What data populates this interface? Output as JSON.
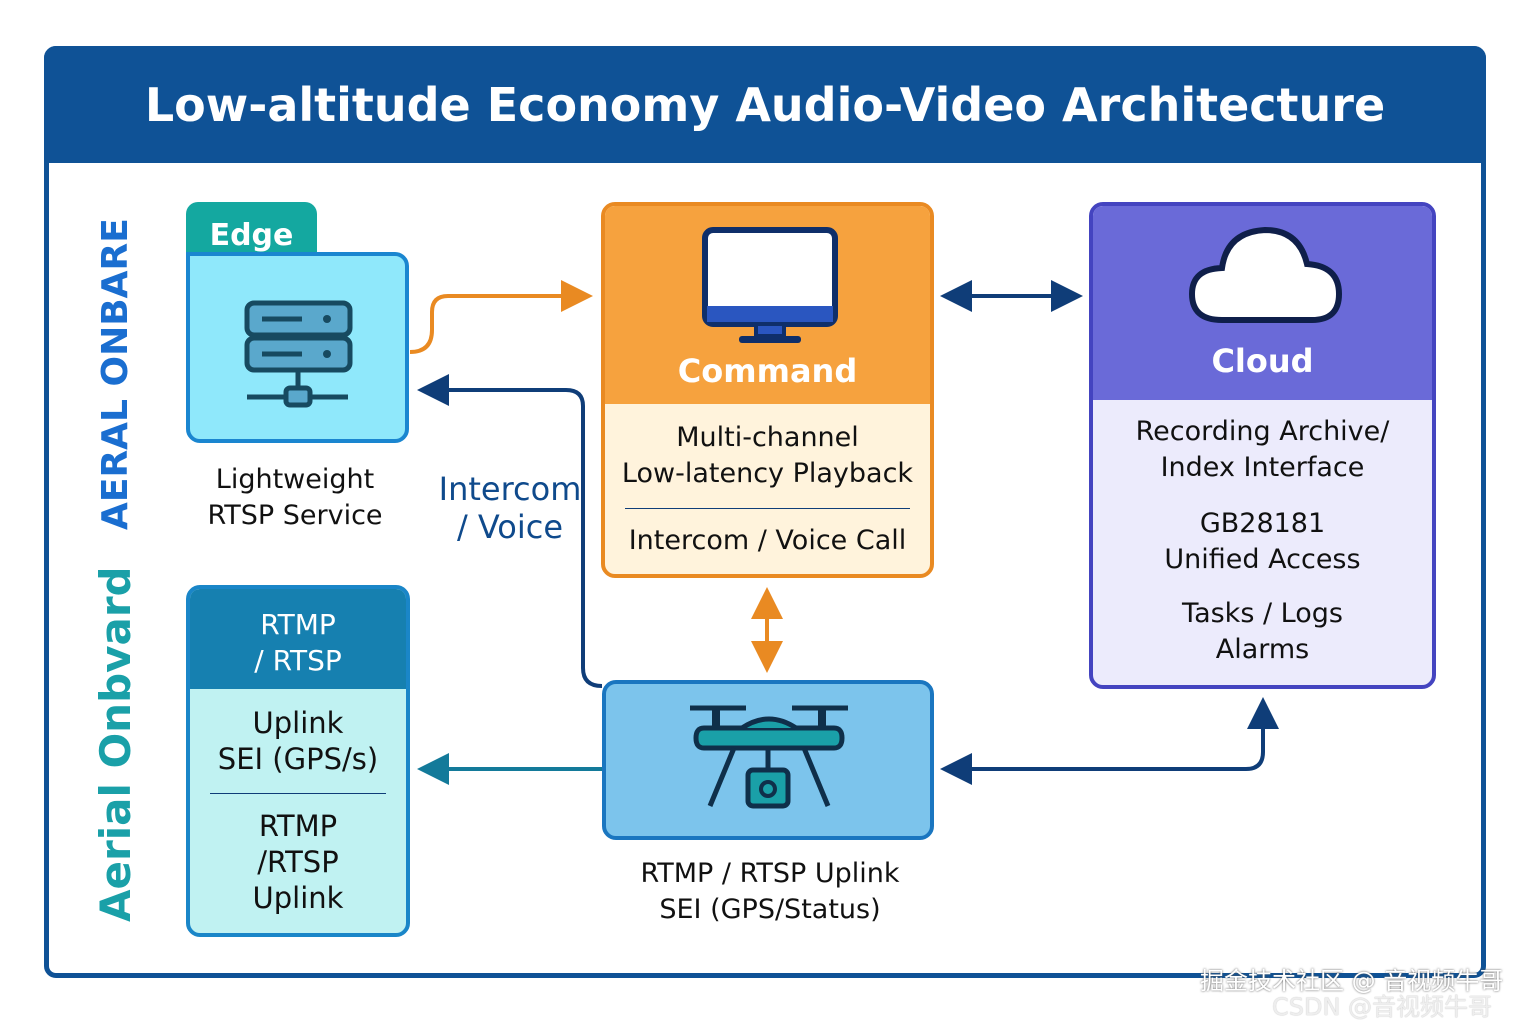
{
  "title": "Low-altitude Economy Audio-Video Architecture",
  "side_labels": {
    "top": "AERAL ONBARE",
    "bottom": "Aerial Onbvard"
  },
  "edge": {
    "tab": "Edge",
    "icon": "server-icon",
    "caption_line1": "Lightweight",
    "caption_line2": "RTSP Service"
  },
  "intercom_label": {
    "line1": "Intercom",
    "line2": "/ Voice"
  },
  "command": {
    "icon": "monitor-icon",
    "title": "Command",
    "line1": "Multi-channel",
    "line2": "Low-latency Playback",
    "line3": "Intercom / Voice Call"
  },
  "cloud": {
    "icon": "cloud-icon",
    "title": "Cloud",
    "line1": "Recording Archive/",
    "line2": "Index Interface",
    "line3": "GB28181",
    "line4": "Unified Access",
    "line5": "Tasks / Logs",
    "line6": "Alarms"
  },
  "onboard": {
    "header1": "RTMP",
    "header2": "/ RTSP",
    "line1": "Uplink",
    "line2": "SEI (GPS/s)",
    "line3": "RTMP",
    "line4": "/RTSP",
    "line5": "Uplink"
  },
  "drone": {
    "icon": "drone-icon",
    "caption_line1": "RTMP / RTSP Uplink",
    "caption_line2": "SEI (GPS/Status)"
  },
  "watermark": {
    "line1": "掘金技术社区 @ 音视频牛哥",
    "line2": "CSDN @音视频牛哥"
  },
  "colors": {
    "header": "#0f5296",
    "edge_tab": "#14a8a0",
    "command": "#f6a23e",
    "cloud": "#6a6ad8",
    "onboard": "#1680b0",
    "drone": "#7cc4ec",
    "arrow_orange": "#e98a22",
    "arrow_navy": "#0f3d78",
    "arrow_teal": "#137a9a"
  }
}
